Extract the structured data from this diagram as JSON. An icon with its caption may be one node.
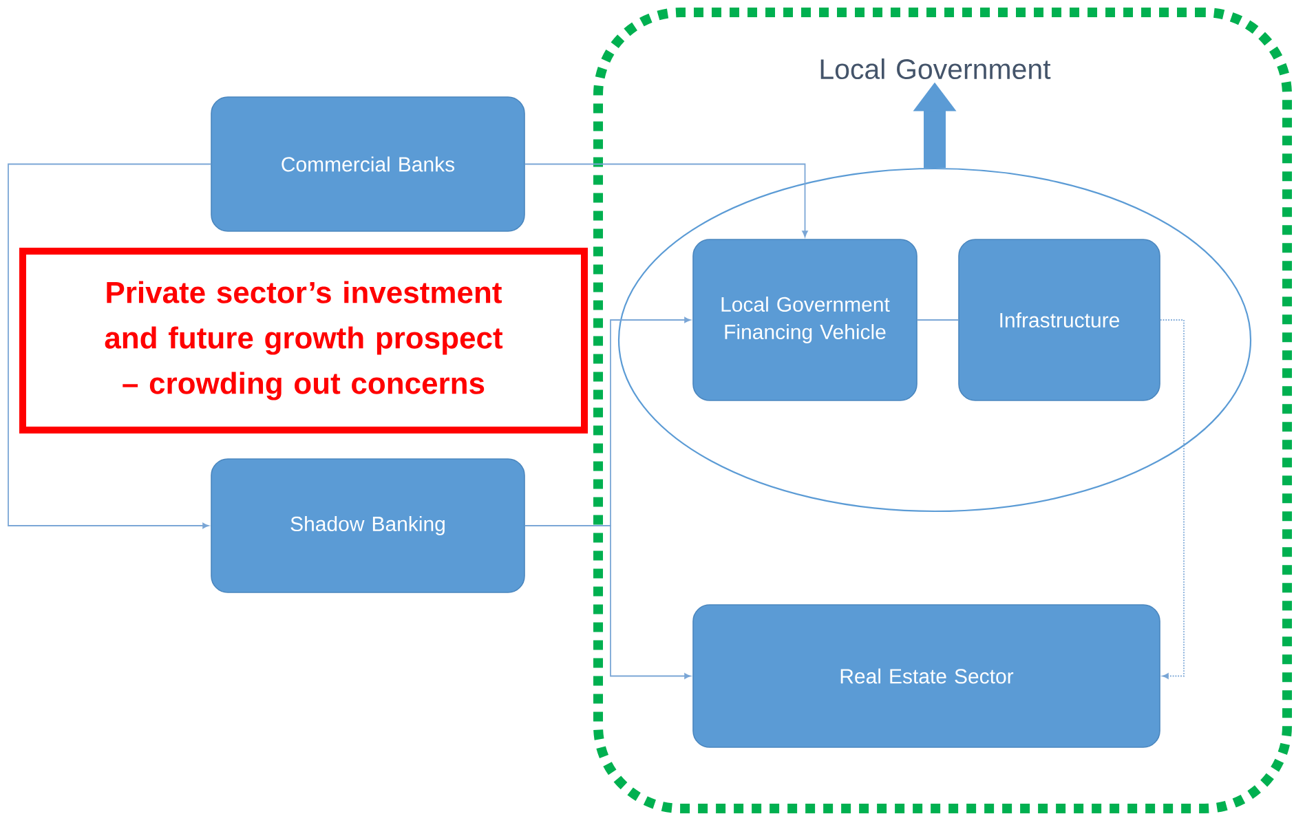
{
  "diagram": {
    "nodes": [
      {
        "text": [
          "Commercial Banks"
        ]
      },
      {
        "text": [],
        "shape": "box"
      },
      {
        "text": [
          "Local Government"
        ],
        "in": 1
      },
      {
        "text": [],
        "shape": "ellipse",
        "in": 1
      },
      {
        "text": [
          "Local Government Financing Vehicle"
        ],
        "in": 3
      },
      {
        "text": [
          "Infrastructure"
        ],
        "in": 3
      },
      {
        "text": [
          "Private sector’s investment and future growth prospect – crowding out concerns"
        ]
      },
      {
        "text": [
          "Shadow Banking"
        ]
      },
      {
        "text": [
          "Real Estate Sector"
        ],
        "in": 1
      }
    ],
    "edges": [
      {
        "from": 0,
        "to": 4,
        "arrow": "to"
      },
      {
        "from": 0,
        "to": 7,
        "arrow": "to"
      },
      {
        "from": 7,
        "to": 4,
        "arrow": "to"
      },
      {
        "from": 7,
        "to": 8,
        "arrow": "to"
      },
      {
        "from": 4,
        "to": 5,
        "arrow": "none"
      },
      {
        "from": 5,
        "to": 8,
        "arrow": "to",
        "style": "dashed"
      },
      {
        "from": 3,
        "to": 2,
        "arrow": "to",
        "style": "thick"
      }
    ]
  }
}
